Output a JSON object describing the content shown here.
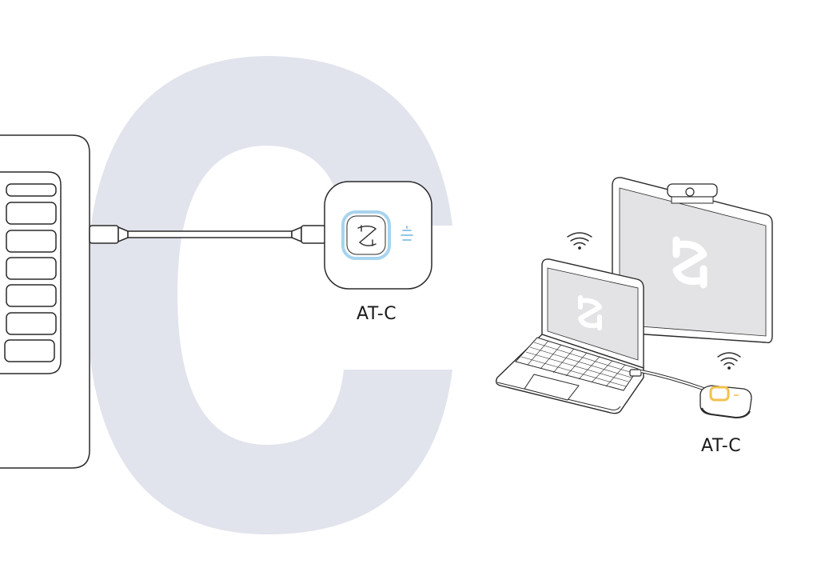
{
  "labels": {
    "dongle_large": "AT-C",
    "dongle_small": "AT-C"
  },
  "colors": {
    "background_letter": "#e1e4ec",
    "line": "#2a2a2a",
    "dongle_button_glow": "#a8d4ee",
    "dongle_small_button_glow": "#f2c14e",
    "screen_fill": "#e3e3e5"
  },
  "icons": [
    "usb-c-port-panel",
    "usb-c-cable",
    "wireless-dongle",
    "wifi-icon",
    "laptop",
    "display-monitor",
    "webcam",
    "brand-logo"
  ]
}
